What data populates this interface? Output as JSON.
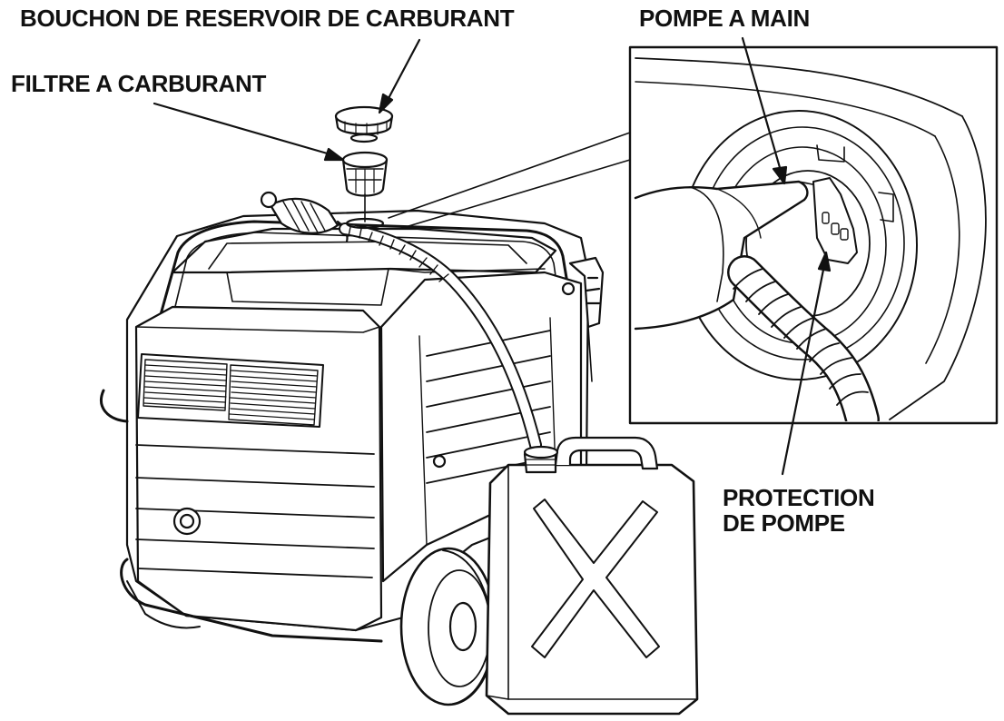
{
  "labels": {
    "fuel_tank_cap": "BOUCHON DE RESERVOIR DE CARBURANT",
    "fuel_filter": "FILTRE A CARBURANT",
    "hand_pump": "POMPE A MAIN",
    "pump_guard_line1": "PROTECTION",
    "pump_guard_line2": "DE POMPE"
  },
  "colors": {
    "ink": "#111111",
    "paper": "#ffffff",
    "shade": "#dcdcdc",
    "mid": "#8a8a8a"
  }
}
